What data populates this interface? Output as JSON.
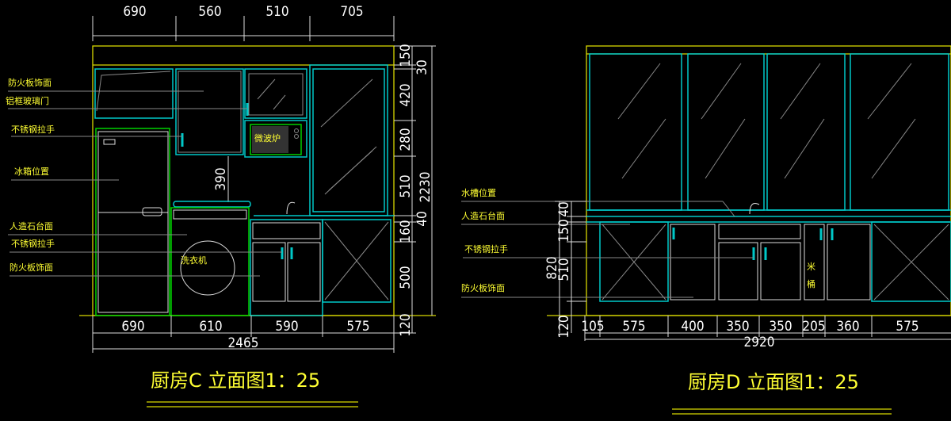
{
  "elevation_c": {
    "title": "厨房C 立面图1：25",
    "top_dims": [
      "690",
      "560",
      "510",
      "705"
    ],
    "right_dims": [
      "150",
      "30",
      "420",
      "280",
      "510",
      "40",
      "160",
      "500",
      "120"
    ],
    "total_height": "2230",
    "bottom_dims": [
      "690",
      "610",
      "590",
      "575"
    ],
    "total_width": "2465",
    "inner_dim": "390",
    "labels": [
      "防火板饰面",
      "铝框玻璃门",
      "不锈钢拉手",
      "冰箱位置",
      "人造石台面",
      "不锈钢拉手",
      "防火板饰面"
    ],
    "appliances": {
      "microwave": "微波炉",
      "washer": "洗衣机"
    }
  },
  "elevation_d": {
    "title": "厨房D 立面图1：25",
    "left_dims": [
      "40",
      "150",
      "510",
      "120"
    ],
    "total_height": "820",
    "bottom_dims": [
      "105",
      "575",
      "400",
      "350",
      "350",
      "205",
      "360",
      "575"
    ],
    "total_width": "2920",
    "labels": [
      "水槽位置",
      "人造石台面",
      "不锈钢拉手",
      "防火板饰面"
    ],
    "rice_bin": [
      "米",
      "桶"
    ]
  }
}
